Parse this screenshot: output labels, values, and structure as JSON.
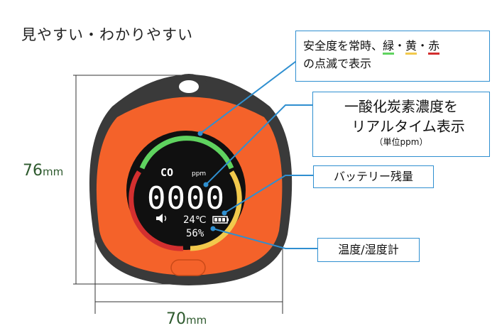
{
  "heading": "見やすい・わかりやすい",
  "callouts": {
    "safety": {
      "prefix": "安全度を常時、",
      "green": "緑",
      "sep1": "・",
      "yellow": "黄",
      "sep2": "・",
      "red": "赤",
      "line2": "の点滅で表示"
    },
    "co": {
      "line1": "一酸化炭素濃度を",
      "line2": "リアルタイム表示",
      "line3": "（単位ppm）"
    },
    "battery": "バッテリー残量",
    "temp_humidity": "温度/湿度計"
  },
  "display": {
    "gas": "CO",
    "unit": "ppm",
    "reading": "0000",
    "temperature": "24℃",
    "humidity": "56%"
  },
  "dimensions": {
    "height_value": "76",
    "width_value": "70",
    "unit": "mm"
  },
  "colors": {
    "body": "#f4622a",
    "frame": "#3a3a3a",
    "screen": "#101010",
    "ring_green": "#5fd35f",
    "ring_yellow": "#f2c94c",
    "ring_red": "#d32f2f",
    "callout_border": "#2f8fd0"
  }
}
